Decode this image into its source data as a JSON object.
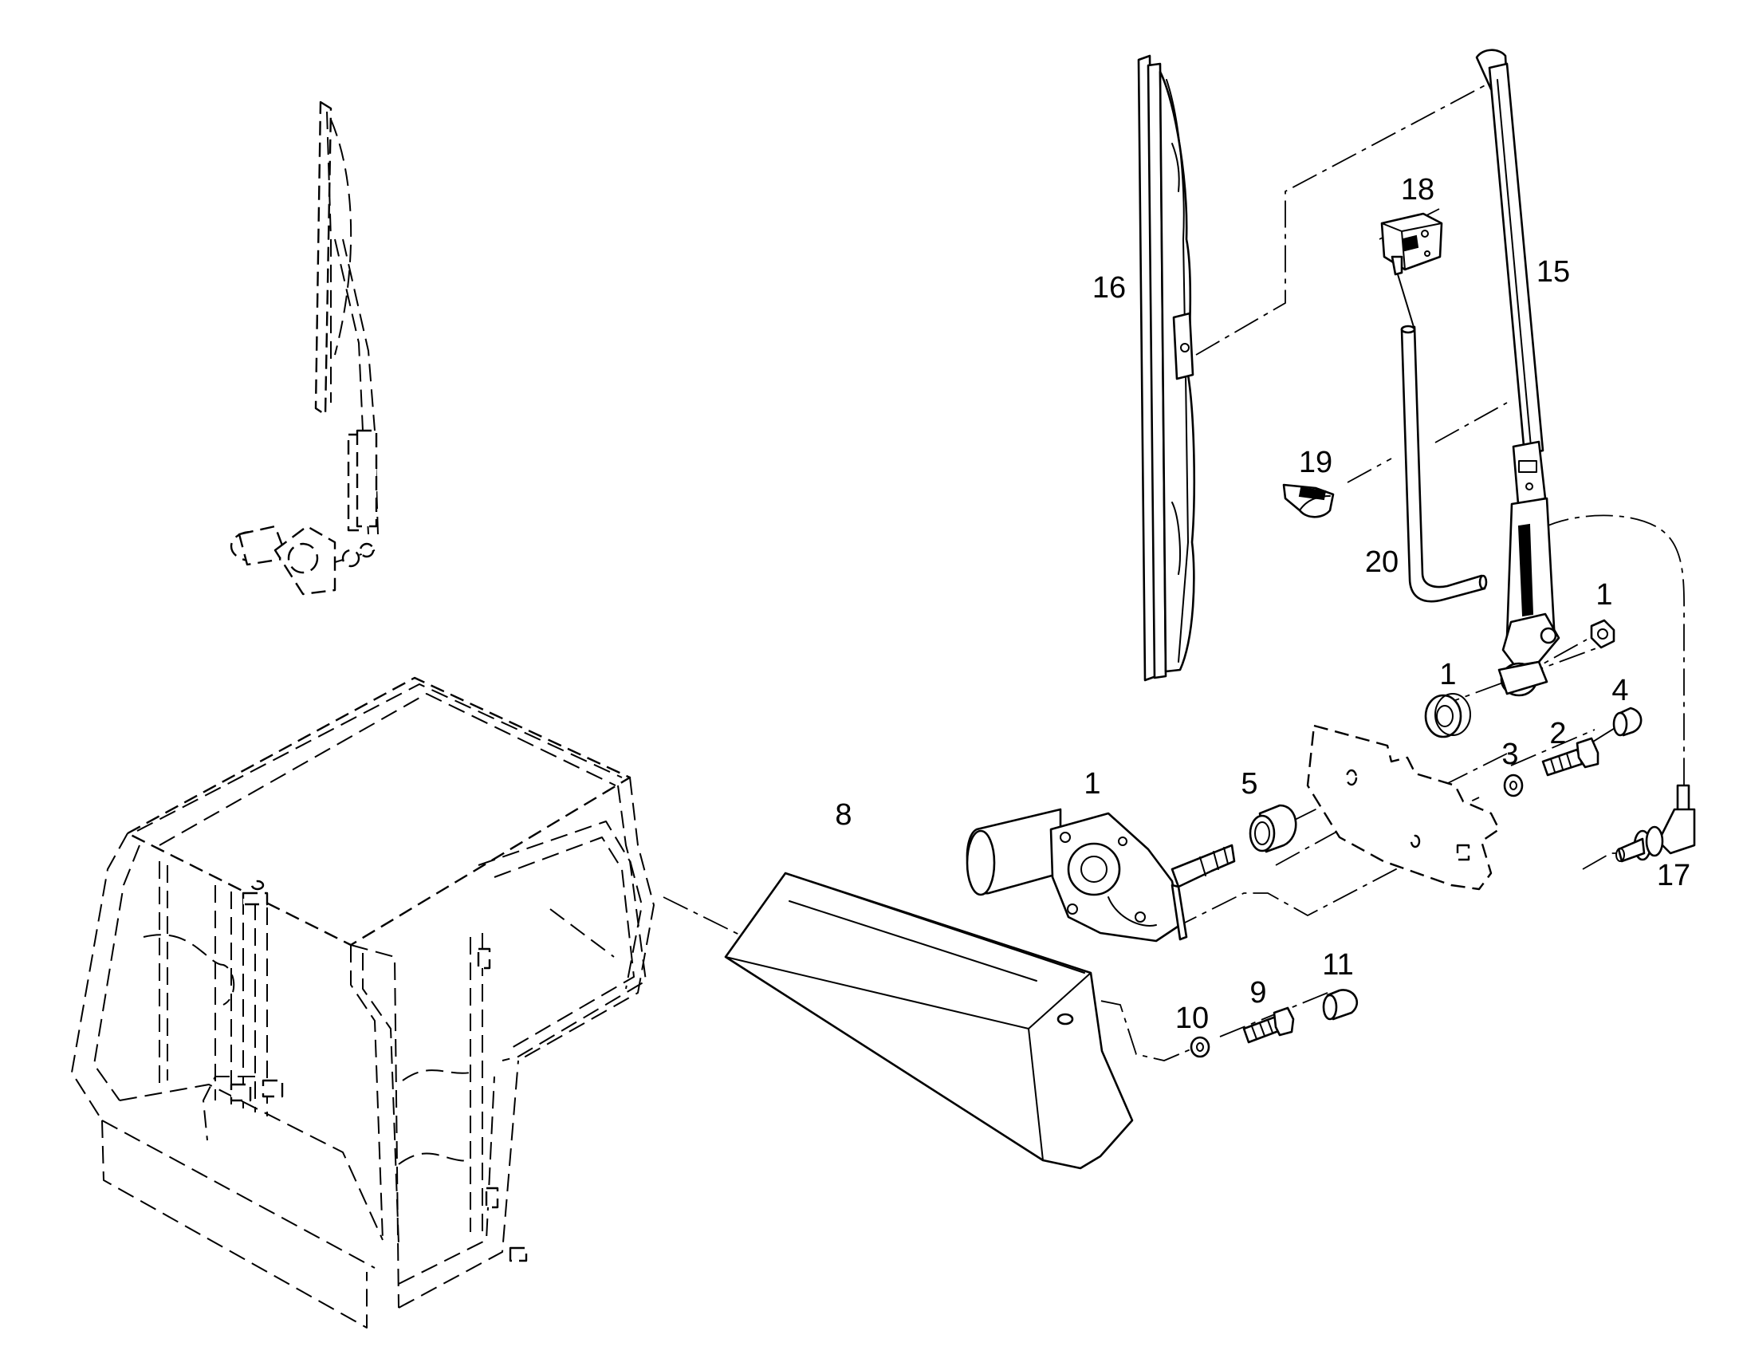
{
  "diagram": {
    "callouts": [
      {
        "id": "c1a",
        "text": "1"
      },
      {
        "id": "c1b",
        "text": "1"
      },
      {
        "id": "c1c",
        "text": "1"
      },
      {
        "id": "c2",
        "text": "2"
      },
      {
        "id": "c3",
        "text": "3"
      },
      {
        "id": "c4",
        "text": "4"
      },
      {
        "id": "c5",
        "text": "5"
      },
      {
        "id": "c8",
        "text": "8"
      },
      {
        "id": "c9",
        "text": "9"
      },
      {
        "id": "c10",
        "text": "10"
      },
      {
        "id": "c11",
        "text": "11"
      },
      {
        "id": "c15",
        "text": "15"
      },
      {
        "id": "c16",
        "text": "16"
      },
      {
        "id": "c17",
        "text": "17"
      },
      {
        "id": "c18",
        "text": "18"
      },
      {
        "id": "c19",
        "text": "19"
      },
      {
        "id": "c20",
        "text": "20"
      }
    ]
  }
}
